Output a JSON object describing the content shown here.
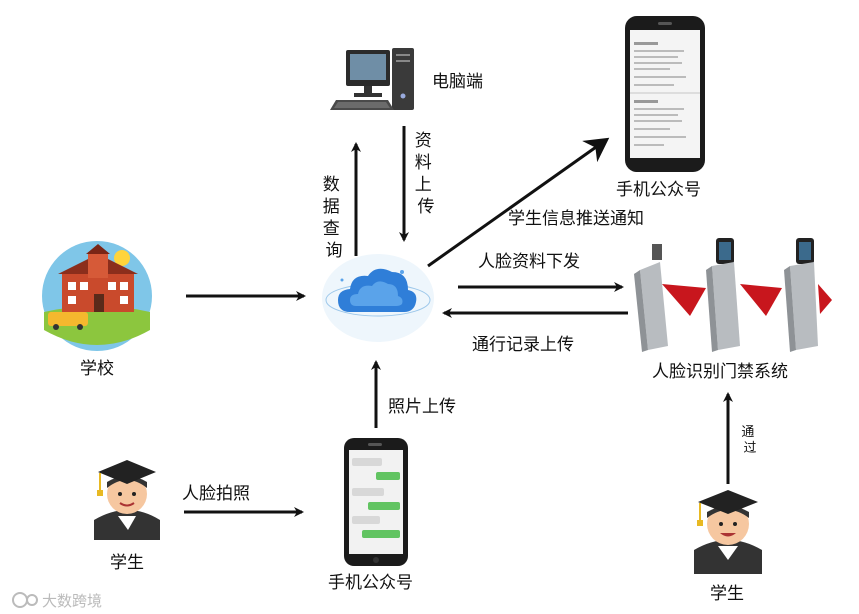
{
  "labels": {
    "computer": "电脑端",
    "phone_top": "手机公众号",
    "school": "学校",
    "gate_system": "人脸识别门禁系统",
    "student_left": "学生",
    "student_right": "学生",
    "phone_bottom": "手机公众号"
  },
  "edges": {
    "data_query": "数据查询",
    "data_upload": "资料上传",
    "push_notice": "学生信息推送通知",
    "face_download": "人脸资料下发",
    "record_upload": "通行记录上传",
    "photo_upload": "照片上传",
    "face_photo": "人脸拍照",
    "pass": "通过"
  },
  "watermark": "大数跨境",
  "colors": {
    "arrow": "#111111",
    "cloud": "#2f7ed8",
    "school_circle": "#7fc6e8",
    "school_building": "#c94a2c",
    "gate_red": "#c8161d",
    "phone_body": "#1b1b1b",
    "chat_green": "#62c462"
  }
}
